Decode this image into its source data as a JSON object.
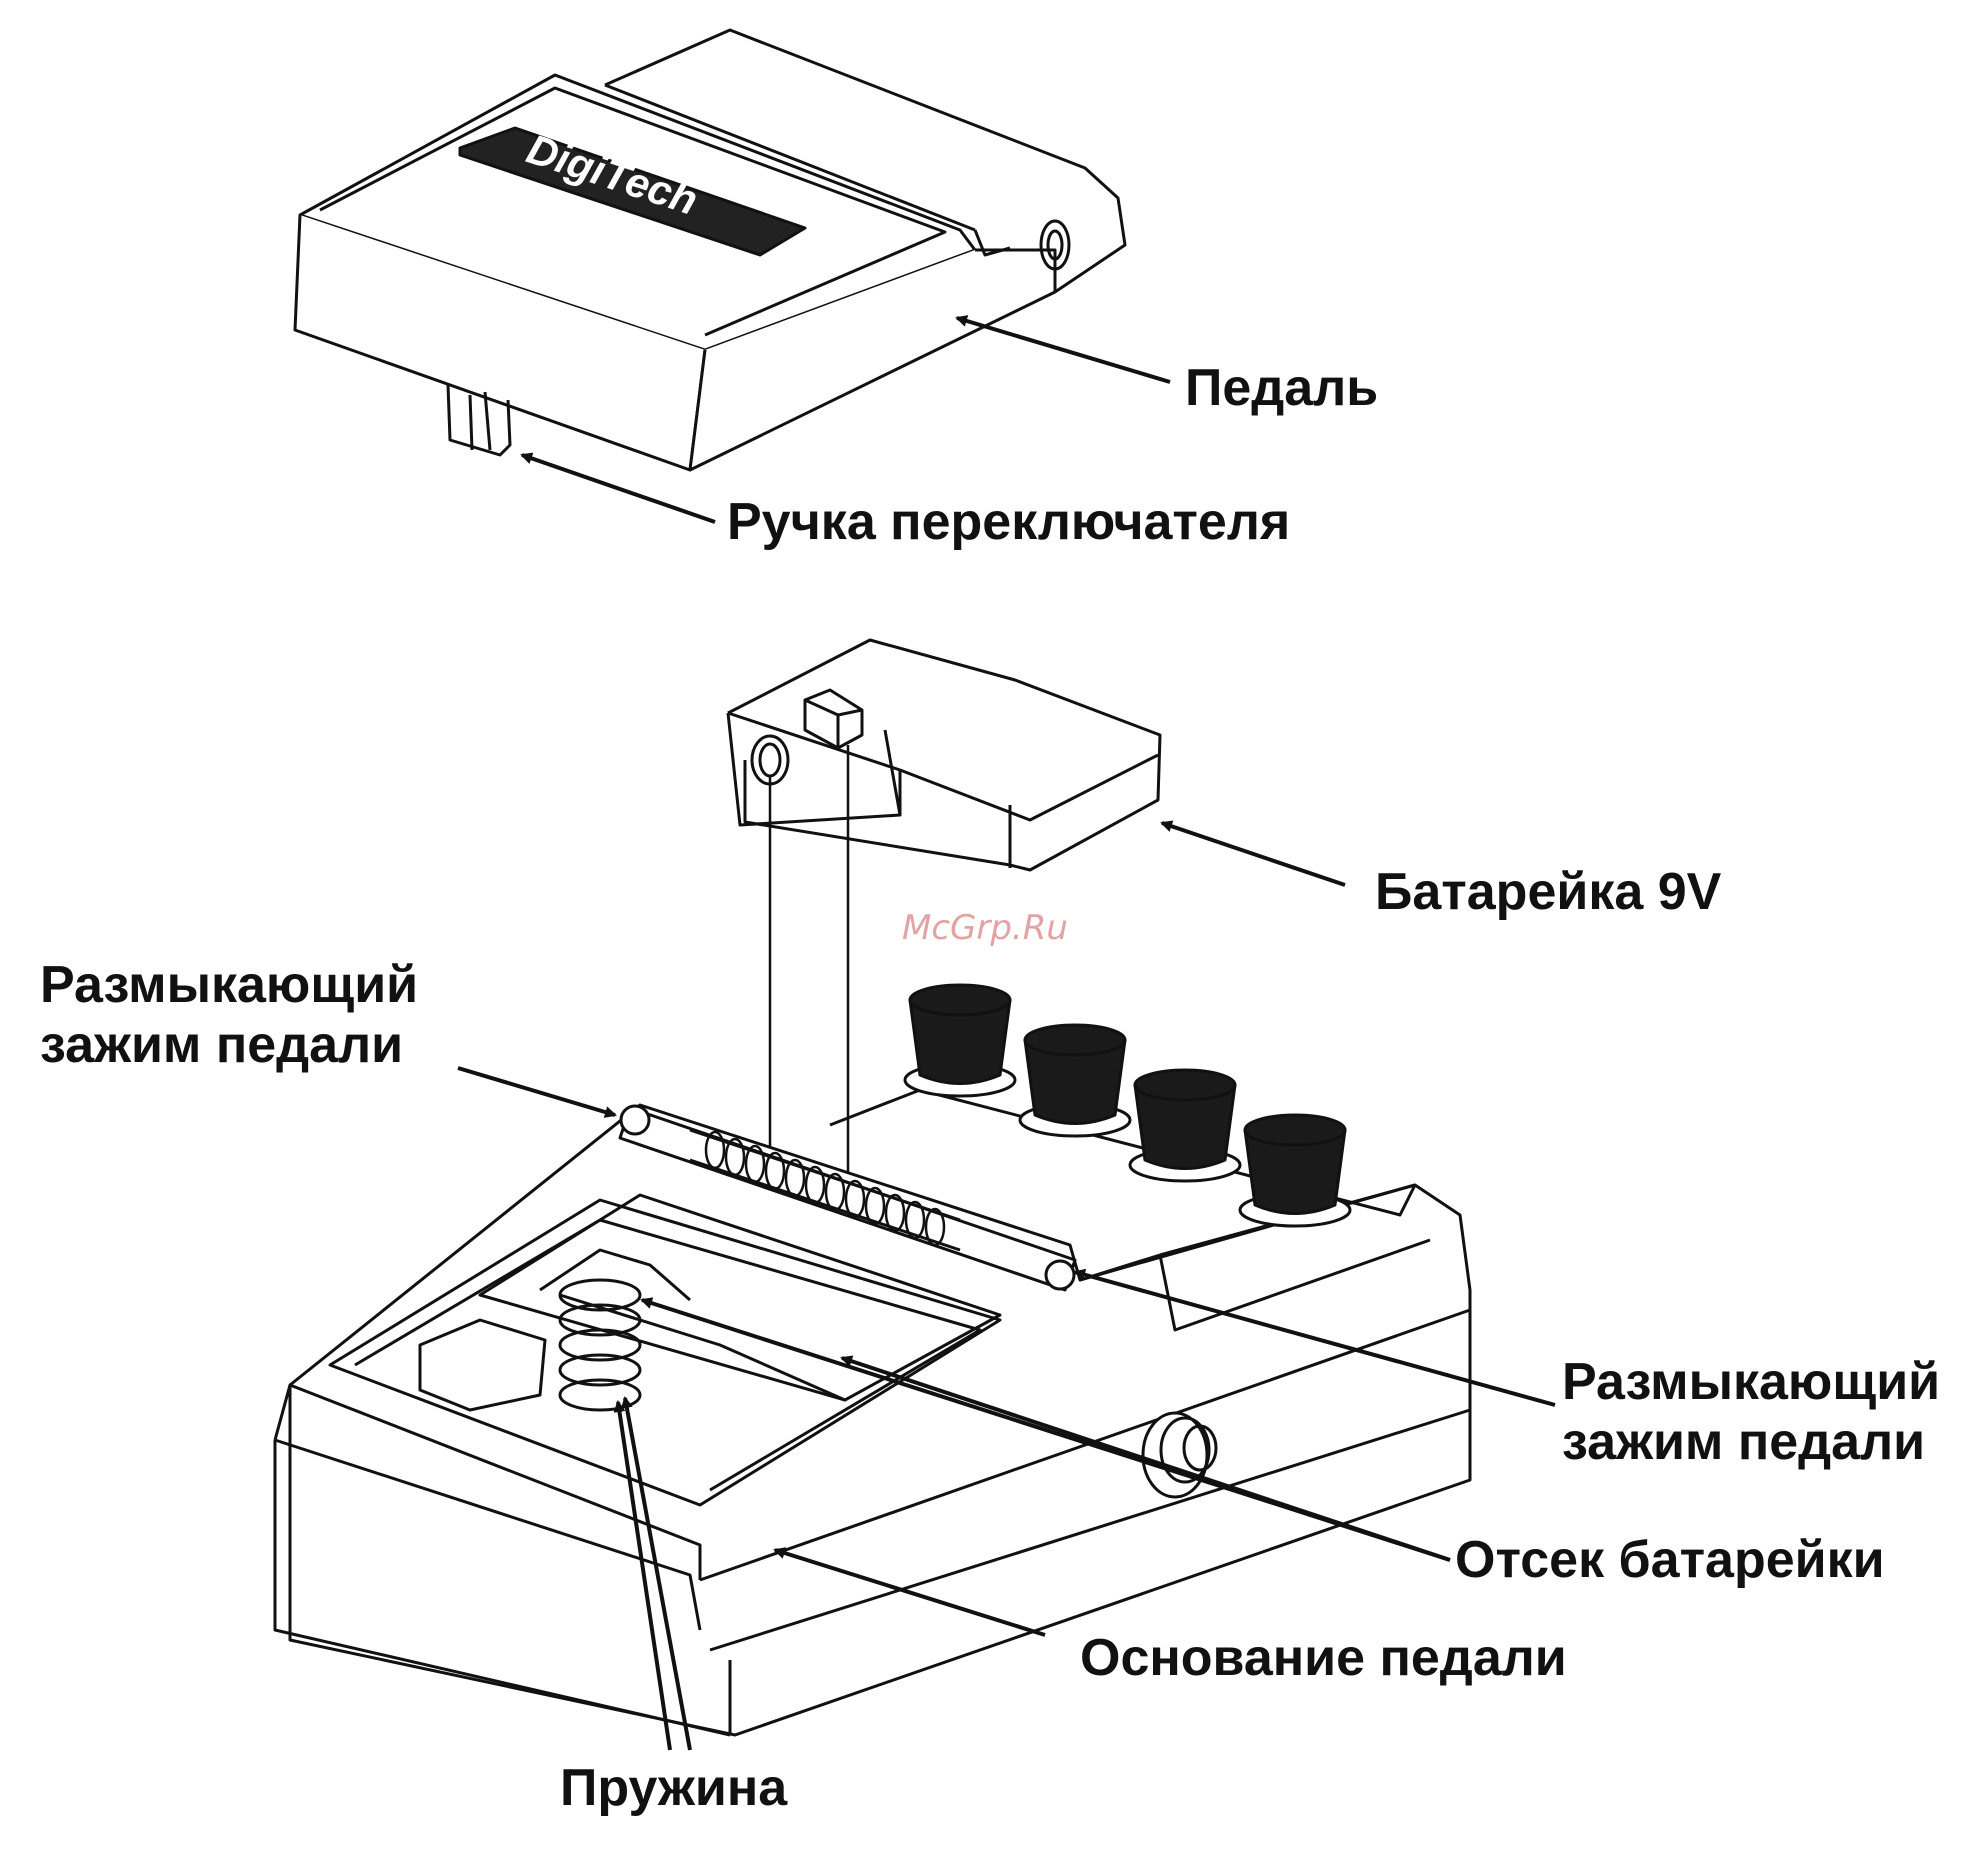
{
  "labels": {
    "pedal": "Педаль",
    "switch_handle": "Ручка переключателя",
    "battery": "Батарейка 9V",
    "latch_left_line1": "Размыкающий",
    "latch_left_line2": "зажим педали",
    "latch_right_line1": "Размыкающий",
    "latch_right_line2": "зажим педали",
    "battery_compartment": "Отсек батарейки",
    "pedal_base": "Основание педали",
    "spring": "Пружина"
  },
  "watermark": "McGrp.Ru",
  "brand_logo": "DigiTech",
  "colors": {
    "ink": "#111111",
    "watermark": "#e3a3a3",
    "knob": "#1a1a1a"
  }
}
